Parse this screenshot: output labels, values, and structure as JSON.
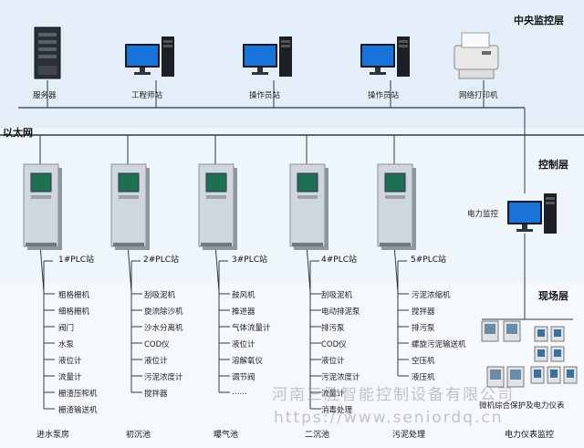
{
  "layers": {
    "central": "中央监控层",
    "control": "控制层",
    "field": "现场层"
  },
  "network": {
    "ethernet": "以太网"
  },
  "top_devices": [
    {
      "label": "服务器",
      "icon": "server-icon"
    },
    {
      "label": "工程师站",
      "icon": "workstation-icon"
    },
    {
      "label": "操作员站",
      "icon": "workstation-icon"
    },
    {
      "label": "操作员站",
      "icon": "workstation-icon"
    },
    {
      "label": "网络打印机",
      "icon": "printer-icon"
    }
  ],
  "power_monitor": {
    "label": "电力监控",
    "icon": "workstation-icon"
  },
  "plc_stations": [
    {
      "label": "1#PLC站",
      "area": "进水泵房",
      "items": [
        "粗格栅机",
        "细格栅机",
        "阀门",
        "水泵",
        "液位计",
        "流量计",
        "栅渣压榨机",
        "栅渣输送机"
      ]
    },
    {
      "label": "2#PLC站",
      "area": "初沉池",
      "items": [
        "刮吸泥机",
        "旋流除沙机",
        "沙水分离机",
        "COD仪",
        "液位计",
        "污泥浓度计",
        "搅拌器"
      ]
    },
    {
      "label": "3#PLC站",
      "area": "曝气池",
      "items": [
        "鼓风机",
        "推进器",
        "气体流量计",
        "液位计",
        "溶解氧仪",
        "调节阀",
        "……"
      ]
    },
    {
      "label": "4#PLC站",
      "area": "二沉池",
      "items": [
        "刮吸泥机",
        "电动排泥泵",
        "排污泵",
        "COD仪",
        "液位计",
        "污泥浓度计",
        "流量计",
        "消毒处理"
      ]
    },
    {
      "label": "5#PLC站",
      "area": "污泥处理",
      "items": [
        "污泥浓缩机",
        "搅拌器",
        "排污泵",
        "螺旋污泥输送机",
        "空压机",
        "液压机"
      ]
    }
  ],
  "meters": {
    "caption": "微机综合保护及电力仪表",
    "area": "电力仪表监控"
  },
  "watermark": {
    "line1": "河南三胜智能控制设备有限公司",
    "line2": "https://www.seniordq.cn"
  },
  "colors": {
    "line": "#2a3a4a",
    "cabinet_body": "#cfd6dc",
    "cabinet_screen": "#1f6f55",
    "monitor_screen": "#1a73d9"
  }
}
